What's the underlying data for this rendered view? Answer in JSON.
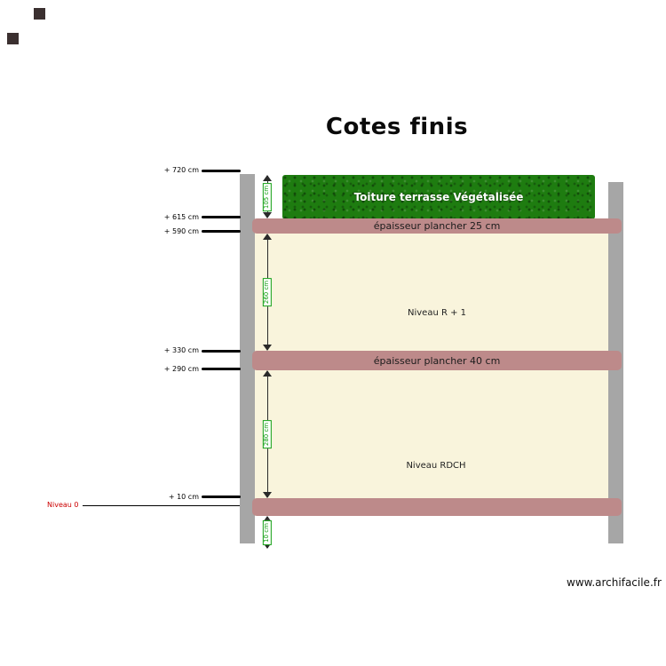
{
  "title": "Cotes finis",
  "watermark": "www.archifacile.fr",
  "roof": {
    "label": "Toiture terrasse Végétalisée"
  },
  "slabs": [
    {
      "label": "épaisseur plancher 25 cm"
    },
    {
      "label": "épaisseur plancher 40 cm"
    },
    {
      "label": ""
    }
  ],
  "rooms": [
    {
      "label": "Niveau R + 1"
    },
    {
      "label": "Niveau RDCH"
    }
  ],
  "elevations": [
    {
      "label": "+ 720 cm"
    },
    {
      "label": "+ 615 cm"
    },
    {
      "label": "+ 590 cm"
    },
    {
      "label": "+ 330 cm"
    },
    {
      "label": "+ 290 cm"
    },
    {
      "label": "+ 10 cm"
    }
  ],
  "level_zero": {
    "label": "Niveau 0"
  },
  "vertical_dims": [
    {
      "label": "105 cm"
    },
    {
      "label": "260 cm"
    },
    {
      "label": "280 cm"
    },
    {
      "label": "10 cm"
    }
  ],
  "colors": {
    "slab": "#bd8a8a",
    "wall": "#a6a6a6",
    "room_fill": "#f9f4dc",
    "roof_green": "#1e7c10",
    "dim_label_green": "#0f9e0f",
    "level_zero_red": "#cc0000"
  }
}
